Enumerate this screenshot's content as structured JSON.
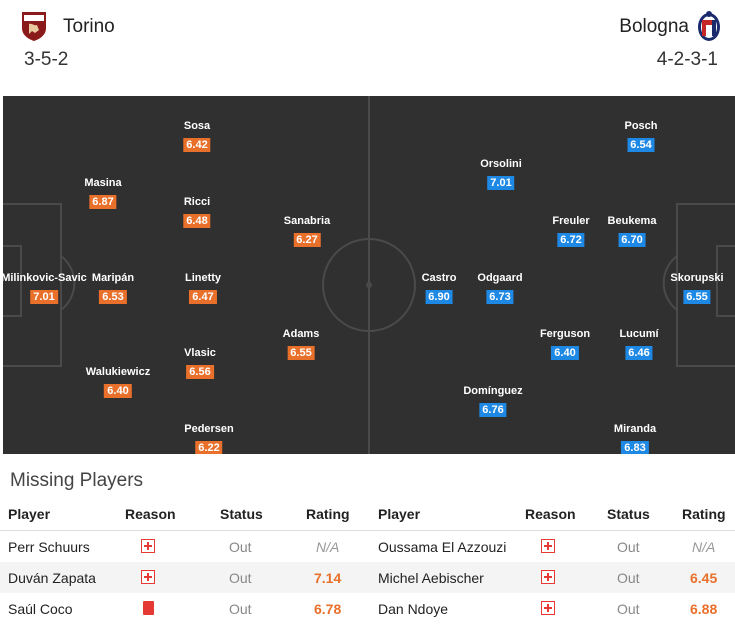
{
  "home": {
    "name": "Torino",
    "formation": "3-5-2",
    "color": "#e8702a"
  },
  "away": {
    "name": "Bologna",
    "formation": "4-2-3-1",
    "color": "#1e88e5"
  },
  "lineup": {
    "home_players": [
      {
        "name": "Milinkovic-Savic",
        "rating": "7.01"
      },
      {
        "name": "Masina",
        "rating": "6.87"
      },
      {
        "name": "Maripán",
        "rating": "6.53"
      },
      {
        "name": "Walukiewicz",
        "rating": "6.40"
      },
      {
        "name": "Sosa",
        "rating": "6.42"
      },
      {
        "name": "Ricci",
        "rating": "6.48"
      },
      {
        "name": "Linetty",
        "rating": "6.47"
      },
      {
        "name": "Vlasic",
        "rating": "6.56"
      },
      {
        "name": "Pedersen",
        "rating": "6.22"
      },
      {
        "name": "Sanabria",
        "rating": "6.27"
      },
      {
        "name": "Adams",
        "rating": "6.55"
      }
    ],
    "away_players": [
      {
        "name": "Skorupski",
        "rating": "6.55"
      },
      {
        "name": "Posch",
        "rating": "6.54"
      },
      {
        "name": "Beukema",
        "rating": "6.70"
      },
      {
        "name": "Lucumí",
        "rating": "6.46"
      },
      {
        "name": "Miranda",
        "rating": "6.83"
      },
      {
        "name": "Freuler",
        "rating": "6.72"
      },
      {
        "name": "Ferguson",
        "rating": "6.40"
      },
      {
        "name": "Orsolini",
        "rating": "7.01"
      },
      {
        "name": "Odgaard",
        "rating": "6.73"
      },
      {
        "name": "Domínguez",
        "rating": "6.76"
      },
      {
        "name": "Castro",
        "rating": "6.90"
      }
    ]
  },
  "missing": {
    "title": "Missing Players",
    "columns": {
      "player": "Player",
      "reason": "Reason",
      "status": "Status",
      "rating": "Rating"
    },
    "home": [
      {
        "player": "Perr Schuurs",
        "reason": "injury-icon",
        "status": "Out",
        "rating": "N/A"
      },
      {
        "player": "Duván Zapata",
        "reason": "injury-icon",
        "status": "Out",
        "rating": "7.14"
      },
      {
        "player": "Saúl Coco",
        "reason": "red-card-icon",
        "status": "Out",
        "rating": "6.78"
      }
    ],
    "away": [
      {
        "player": "Oussama El Azzouzi",
        "reason": "injury-icon",
        "status": "Out",
        "rating": "N/A"
      },
      {
        "player": "Michel Aebischer",
        "reason": "injury-icon",
        "status": "Out",
        "rating": "6.45"
      },
      {
        "player": "Dan Ndoye",
        "reason": "injury-icon",
        "status": "Out",
        "rating": "6.88"
      }
    ]
  }
}
